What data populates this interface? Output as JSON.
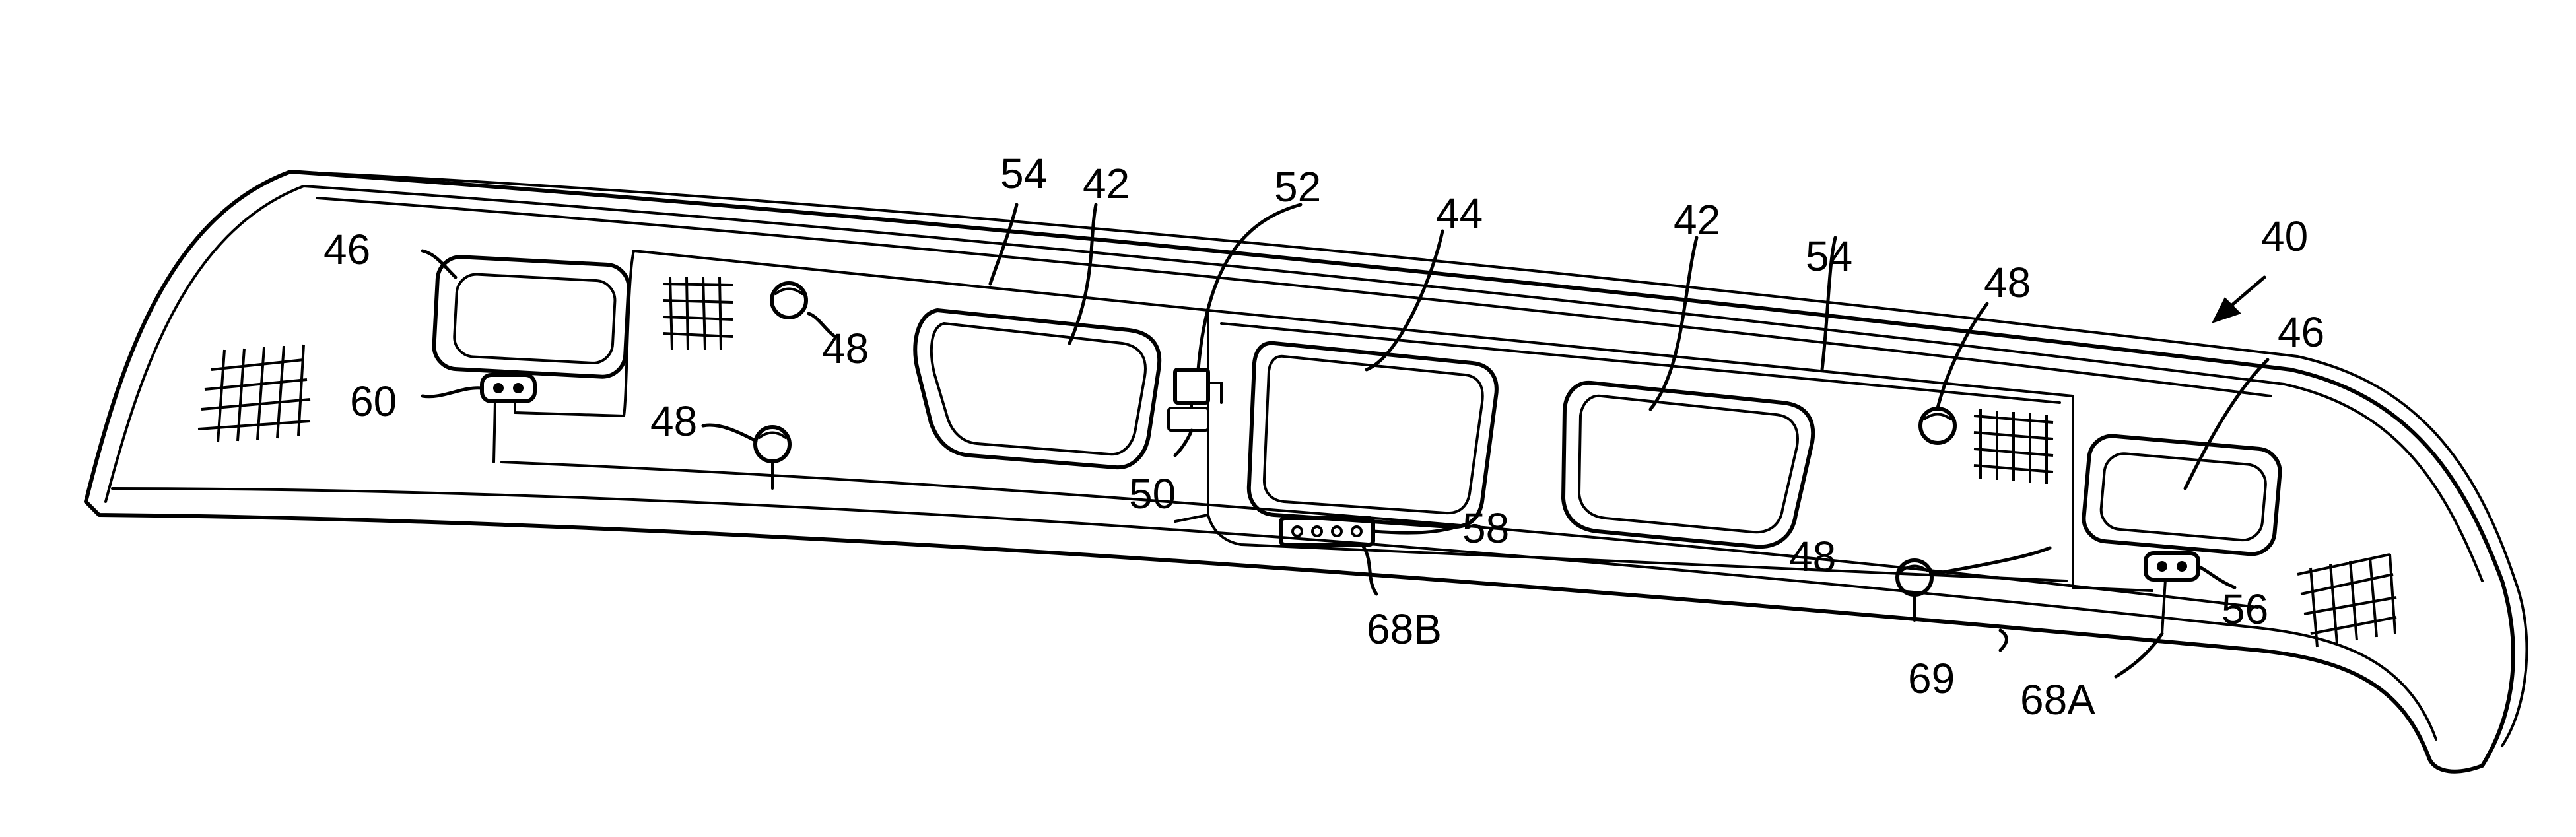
{
  "figure": {
    "labels": {
      "l40": "40",
      "l42a": "42",
      "l42b": "42",
      "l44": "44",
      "l46a": "46",
      "l46b": "46",
      "l48a": "48",
      "l48b": "48",
      "l48c": "48",
      "l48d": "48",
      "l50": "50",
      "l52": "52",
      "l54a": "54",
      "l54b": "54",
      "l56": "56",
      "l58": "58",
      "l60": "60",
      "l68a": "68A",
      "l68b": "68B",
      "l69": "69"
    }
  }
}
